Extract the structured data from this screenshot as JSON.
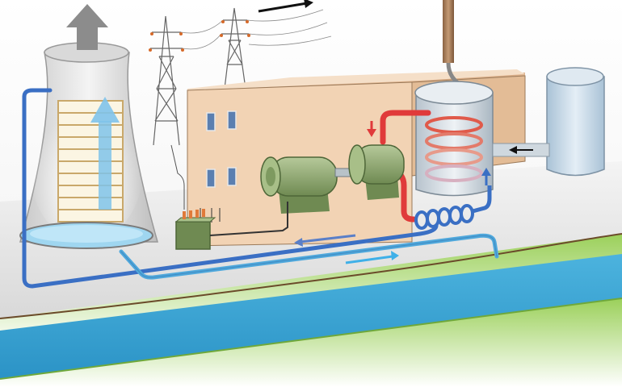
{
  "diagram": {
    "type": "power-plant-illustration",
    "components": [
      {
        "id": "cooling-tower",
        "icon": "cooling-tower-icon"
      },
      {
        "id": "transmission-towers",
        "icon": "pylon-icon"
      },
      {
        "id": "power-station",
        "icon": "building-icon"
      },
      {
        "id": "generator",
        "icon": "generator-icon"
      },
      {
        "id": "turbine",
        "icon": "turbine-icon"
      },
      {
        "id": "boiler",
        "icon": "boiler-icon"
      },
      {
        "id": "smokestack",
        "icon": "smokestack-icon"
      },
      {
        "id": "fuel-tank",
        "icon": "fuel-tank-icon"
      },
      {
        "id": "transformer",
        "icon": "transformer-icon"
      },
      {
        "id": "river",
        "icon": "river-icon"
      }
    ],
    "colors": {
      "sky": "#ffffff",
      "ground": "#e8e8e8",
      "grass": "#8cc63f",
      "river": "#3fa9d8",
      "building_front": "#f2d3b4",
      "building_side": "#dcb08a",
      "building_top": "#f5dfc8",
      "window": "#5b7fb0",
      "machine": "#8faa6e",
      "steam_pipe": "#e03a3a",
      "water_pipe": "#3a6fc4",
      "tank": "#c9dbe8",
      "arrow_dark": "#111111"
    }
  }
}
